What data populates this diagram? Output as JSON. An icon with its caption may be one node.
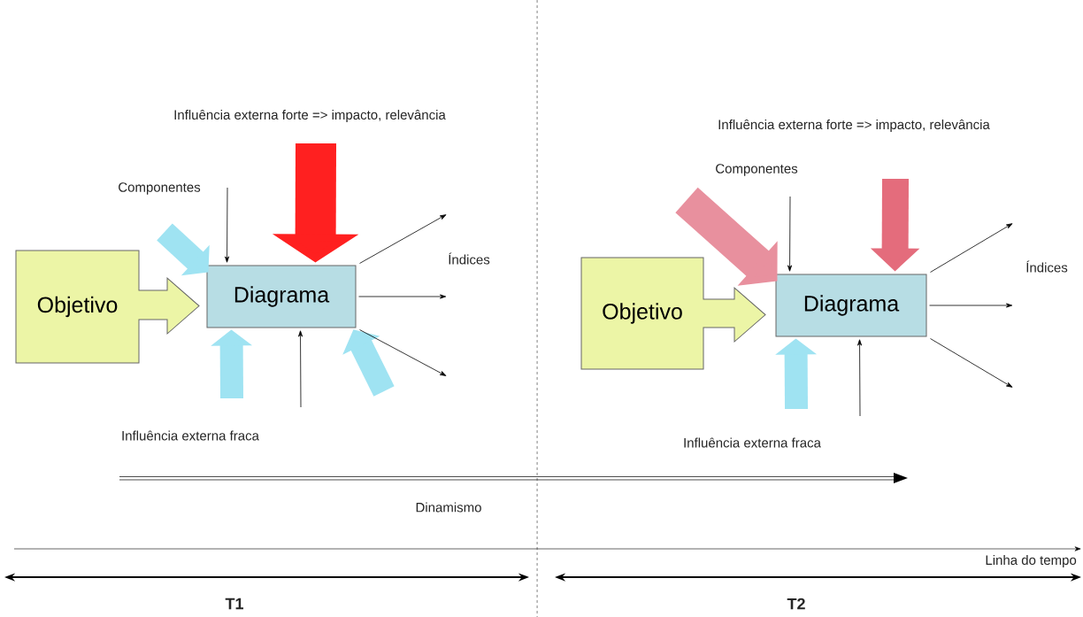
{
  "diagram": {
    "nodes": [
      {
        "text": [
          "Objetivo"
        ]
      },
      {
        "text": [
          "Diagrama"
        ]
      },
      {
        "text": [
          "Objetivo"
        ]
      },
      {
        "text": [
          "Diagrama"
        ]
      }
    ],
    "edges": [
      {
        "from": null,
        "to": 1,
        "arrow": "to"
      },
      {
        "from": null,
        "to": 1,
        "arrow": "to",
        "style": "thick",
        "color": "#9fe3f2"
      },
      {
        "from": null,
        "to": 1,
        "arrow": "to",
        "style": "thick",
        "color": "#ff2020"
      },
      {
        "from": null,
        "to": 1,
        "arrow": "to",
        "style": "thick",
        "color": "#9fe3f2"
      },
      {
        "from": null,
        "to": 1,
        "arrow": "to"
      },
      {
        "from": null,
        "to": 1,
        "arrow": "to",
        "style": "thick",
        "color": "#9fe3f2"
      },
      {
        "from": 1,
        "to": null,
        "arrow": "to"
      },
      {
        "from": 1,
        "to": null,
        "arrow": "to"
      },
      {
        "from": 1,
        "to": null,
        "arrow": "to"
      },
      {
        "from": null,
        "to": 3,
        "arrow": "to"
      },
      {
        "from": null,
        "to": 3,
        "arrow": "to",
        "style": "thick",
        "color": "#e8909e"
      },
      {
        "from": null,
        "to": 3,
        "arrow": "to",
        "style": "thick",
        "color": "#e46c7c"
      },
      {
        "from": null,
        "to": 3,
        "arrow": "to",
        "style": "thick",
        "color": "#9fe3f2"
      },
      {
        "from": null,
        "to": 3,
        "arrow": "to"
      },
      {
        "from": 3,
        "to": null,
        "arrow": "to"
      },
      {
        "from": 3,
        "to": null,
        "arrow": "to"
      },
      {
        "from": 3,
        "to": null,
        "arrow": "to"
      }
    ],
    "labels": [
      "Influência externa forte => impacto, relevância",
      "Componentes",
      "Índices",
      "Influência externa fraca",
      "Influência externa forte => impacto, relevância",
      "Componentes",
      "Índices",
      "Influência externa fraca",
      "Dinamismo",
      "Linha do tempo",
      "T1",
      "T2"
    ]
  }
}
